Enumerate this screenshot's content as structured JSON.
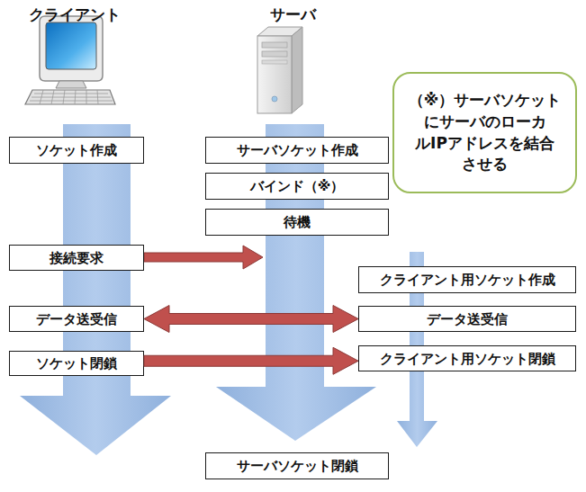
{
  "diagram": {
    "nodes": [
      {
        "text": [
          "ソケット作成"
        ]
      },
      {
        "text": [
          "サーバソケット作成"
        ]
      },
      {
        "text": [
          "バインド（※）"
        ]
      },
      {
        "text": [
          "（※）サーバソケット にサーバのローカ ルIPアドレスを結合 させる"
        ]
      },
      {
        "text": [
          "待機"
        ]
      },
      {
        "text": [
          "接続要求"
        ]
      },
      {
        "text": [
          "クライアント用ソケット作成"
        ]
      },
      {
        "text": [
          "データ送受信"
        ]
      },
      {
        "text": [
          "データ送受信"
        ]
      },
      {
        "text": [
          "ソケット閉鎖"
        ]
      },
      {
        "text": [
          "クライアント用ソケット閉鎖"
        ]
      },
      {
        "text": [
          "サーバソケット閉鎖"
        ]
      }
    ],
    "edges": [
      {
        "from": 7,
        "to": 8,
        "arrow": "both"
      },
      {
        "from": 9,
        "to": 10,
        "arrow": "to"
      }
    ],
    "labels": [
      "クライアント",
      "サーバ"
    ]
  }
}
